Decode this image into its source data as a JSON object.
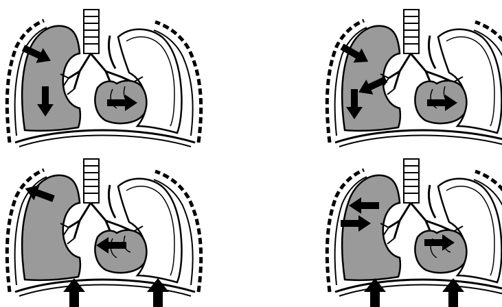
{
  "figure": {
    "panels": [
      {
        "arrows": [
          {
            "kind": "diagonal-down-right",
            "region": "upper-right-lung"
          },
          {
            "kind": "down",
            "region": "right-lung-base"
          },
          {
            "kind": "right",
            "region": "mediastinum-heart"
          }
        ]
      },
      {
        "arrows": [
          {
            "kind": "diagonal-down-right",
            "region": "upper-right-lung"
          },
          {
            "kind": "diagonal-down-left",
            "region": "hilum"
          },
          {
            "kind": "down",
            "region": "right-lung-base"
          },
          {
            "kind": "right",
            "region": "mediastinum-heart"
          }
        ]
      },
      {
        "arrows": [
          {
            "kind": "diagonal-up-left",
            "region": "upper-right-lung"
          },
          {
            "kind": "left",
            "region": "heart"
          },
          {
            "kind": "up",
            "region": "diaphragm-right"
          },
          {
            "kind": "up",
            "region": "diaphragm-left"
          }
        ]
      },
      {
        "arrows": [
          {
            "kind": "left",
            "region": "hilum"
          },
          {
            "kind": "right",
            "region": "right-lung-mid"
          },
          {
            "kind": "right",
            "region": "mediastinum-heart"
          },
          {
            "kind": "up",
            "region": "diaphragm-right"
          },
          {
            "kind": "up",
            "region": "diaphragm-left"
          }
        ]
      }
    ],
    "colors": {
      "lung_fill": "#9a9a9a",
      "outline": "#000000",
      "background": "#ffffff"
    }
  }
}
